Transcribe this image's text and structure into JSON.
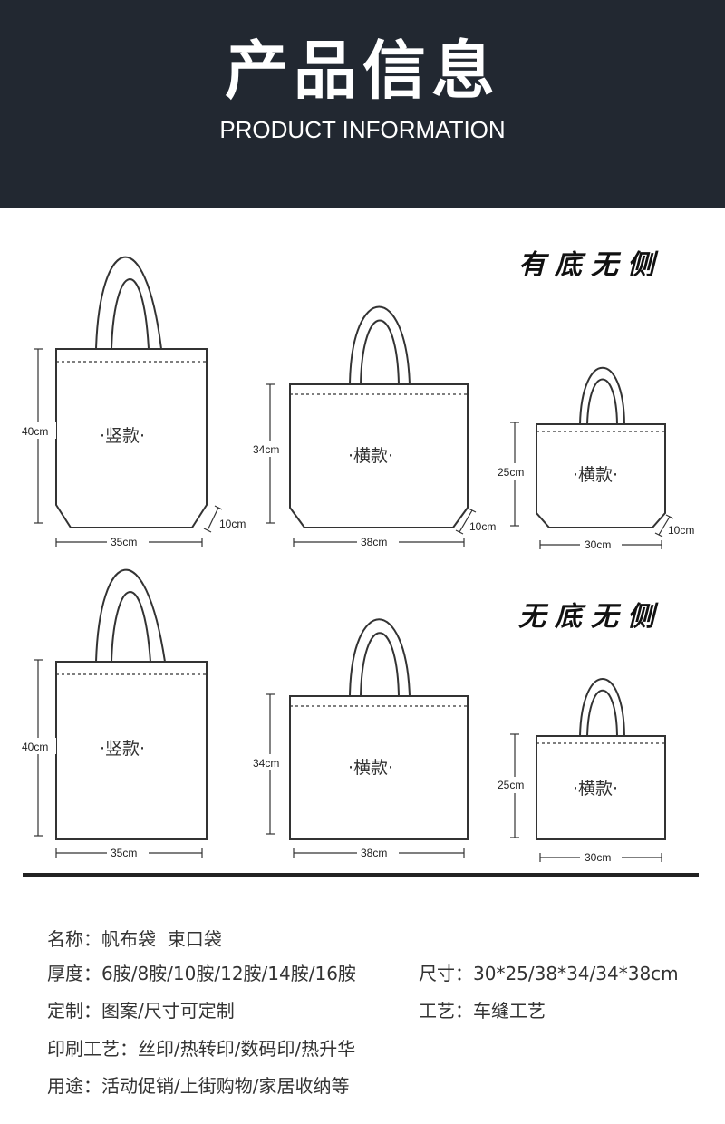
{
  "header": {
    "title": "产品信息",
    "subtitle": "PRODUCT INFORMATION"
  },
  "section_with_gusset": {
    "title": "有底无侧",
    "bags": [
      {
        "label": "·竖款·",
        "height": "40cm",
        "width": "35cm",
        "depth": "10cm"
      },
      {
        "label": "·横款·",
        "height": "34cm",
        "width": "38cm",
        "depth": "10cm"
      },
      {
        "label": "·横款·",
        "height": "25cm",
        "width": "30cm",
        "depth": "10cm"
      }
    ]
  },
  "section_flat": {
    "title": "无底无侧",
    "bags": [
      {
        "label": "·竖款·",
        "height": "40cm",
        "width": "35cm"
      },
      {
        "label": "·横款·",
        "height": "34cm",
        "width": "38cm"
      },
      {
        "label": "·横款·",
        "height": "25cm",
        "width": "30cm"
      }
    ]
  },
  "info": {
    "name": {
      "label": "名称：",
      "value": "帆布袋  束口袋"
    },
    "thickness": {
      "label": "厚度：",
      "value": "6胺/8胺/10胺/12胺/14胺/16胺"
    },
    "size": {
      "label": "尺寸：",
      "value": "30*25/38*34/34*38cm"
    },
    "custom": {
      "label": "定制：",
      "value": "图案/尺寸可定制"
    },
    "craft": {
      "label": "工艺：",
      "value": "车缝工艺"
    },
    "printing": {
      "label": "印刷工艺：",
      "value": "丝印/热转印/数码印/热升华"
    },
    "usage": {
      "label": "用途：",
      "value": "活动促销/上街购物/家居收纳等"
    }
  },
  "colors": {
    "header_bg": "#222831",
    "line": "#333333"
  }
}
